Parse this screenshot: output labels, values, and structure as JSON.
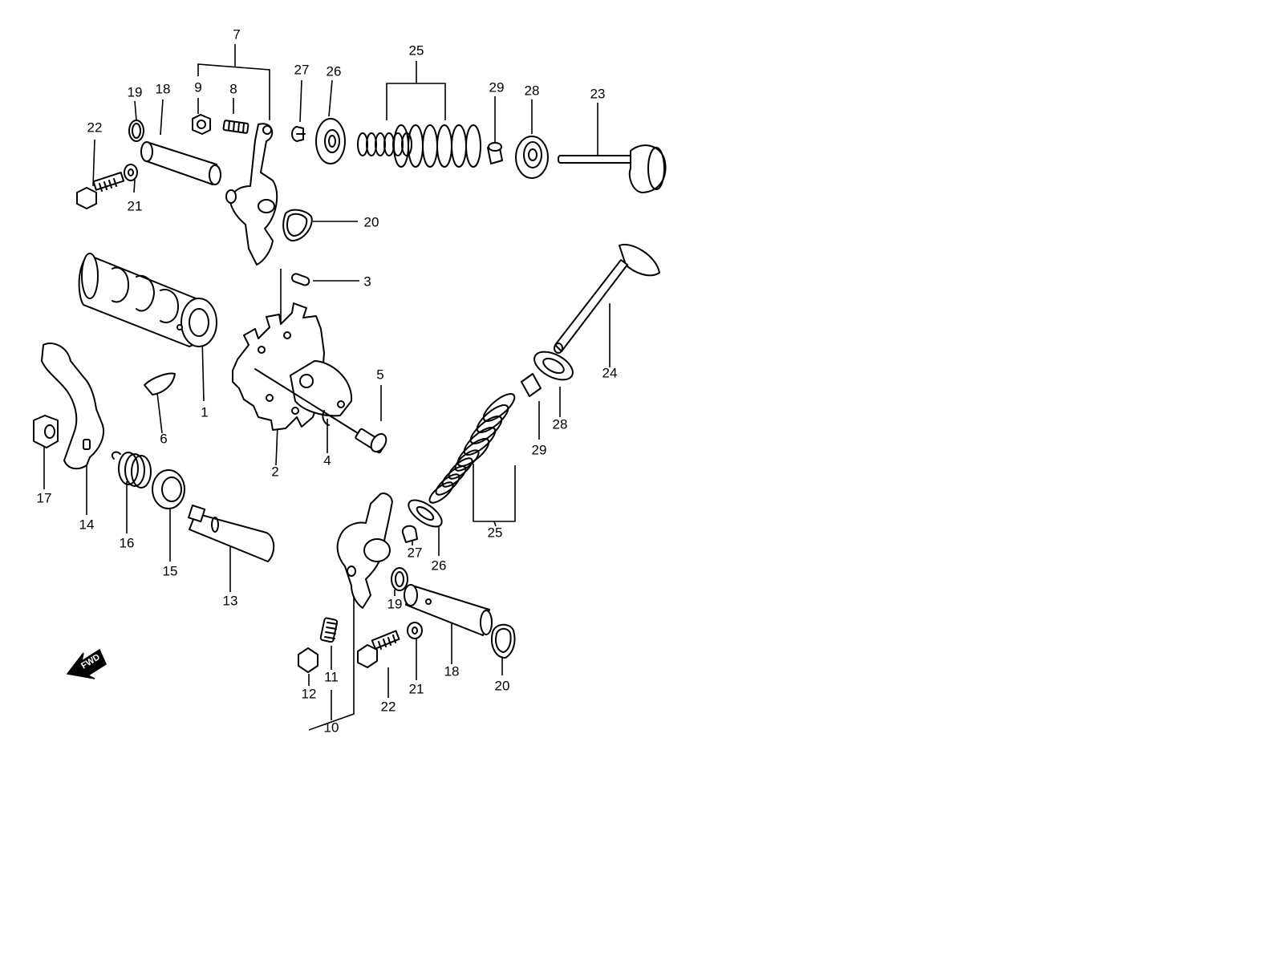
{
  "callouts": {
    "c1": "1",
    "c2": "2",
    "c3": "3",
    "c4": "4",
    "c5": "5",
    "c6": "6",
    "c7": "7",
    "c8": "8",
    "c9": "9",
    "c10": "10",
    "c11": "11",
    "c12": "12",
    "c13": "13",
    "c14": "14",
    "c15": "15",
    "c16": "16",
    "c17": "17",
    "c18a": "18",
    "c18b": "18",
    "c19a": "19",
    "c19b": "19",
    "c20a": "20",
    "c20b": "20",
    "c21a": "21",
    "c21b": "21",
    "c22a": "22",
    "c22b": "22",
    "c23": "23",
    "c24": "24",
    "c25a": "25",
    "c25b": "25",
    "c26a": "26",
    "c26b": "26",
    "c27a": "27",
    "c27b": "27",
    "c28a": "28",
    "c28b": "28",
    "c29a": "29",
    "c29b": "29"
  },
  "fwd_label": "FWD",
  "colors": {
    "line": "#000000",
    "background": "#ffffff"
  }
}
